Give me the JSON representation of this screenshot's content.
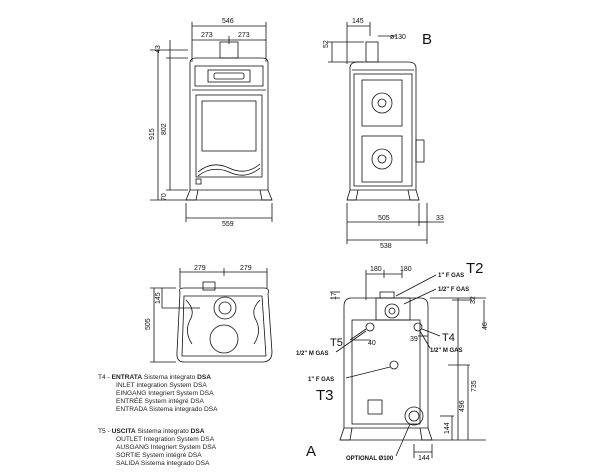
{
  "front": {
    "w_total": "546",
    "w_left": "273",
    "w_right": "273",
    "h_top": "43",
    "h_total": "915",
    "h_mid": "802",
    "h_bot": "70",
    "w_base": "559"
  },
  "side": {
    "top_off": "145",
    "flue": "ø130",
    "flue_h": "52",
    "view": "B",
    "w_body": "505",
    "w_door": "33",
    "w_total": "538"
  },
  "top_view": {
    "w_left": "279",
    "w_right": "279",
    "depth": "505",
    "off": "145"
  },
  "back": {
    "w1": "180",
    "w2": "180",
    "t2": "T2",
    "gas1": "1\" F GAS",
    "gas2": "1/2\" F GAS",
    "d17": "17",
    "d32": "32",
    "d46": "46",
    "t5": "T5",
    "t4": "T4",
    "d40": "40",
    "d39": "39",
    "mgas_l": "1/2\" M GAS",
    "mgas_r": "1/2\" M GAS",
    "fgas": "1\" F GAS",
    "t3": "T3",
    "h735": "735",
    "h496": "496",
    "h144v": "144",
    "optional": "OPTIONAL Ø100",
    "w144": "144",
    "view": "A"
  },
  "legend": {
    "t4_code": "T4 - ",
    "t4_title": "ENTRATA",
    "t4_rest": " Sistema integrato ",
    "t4_dsa": "DSA",
    "t4_lines": [
      "INLET Integration System DSA",
      "EINGANG Integriert System DSA",
      "ENTRÉE System intégré DSA",
      "ENTRADA Sistema integrado DSA"
    ],
    "t5_code": "T5 - ",
    "t5_title": "USCITA",
    "t5_rest": " Sistema integrato ",
    "t5_dsa": "DSA",
    "t5_lines": [
      "OUTLET Integration System DSA",
      "AUSGANG Integriert System DSA",
      "SORTIE System intégré DSA",
      "SALIDA Sistema integrado DSA"
    ]
  }
}
